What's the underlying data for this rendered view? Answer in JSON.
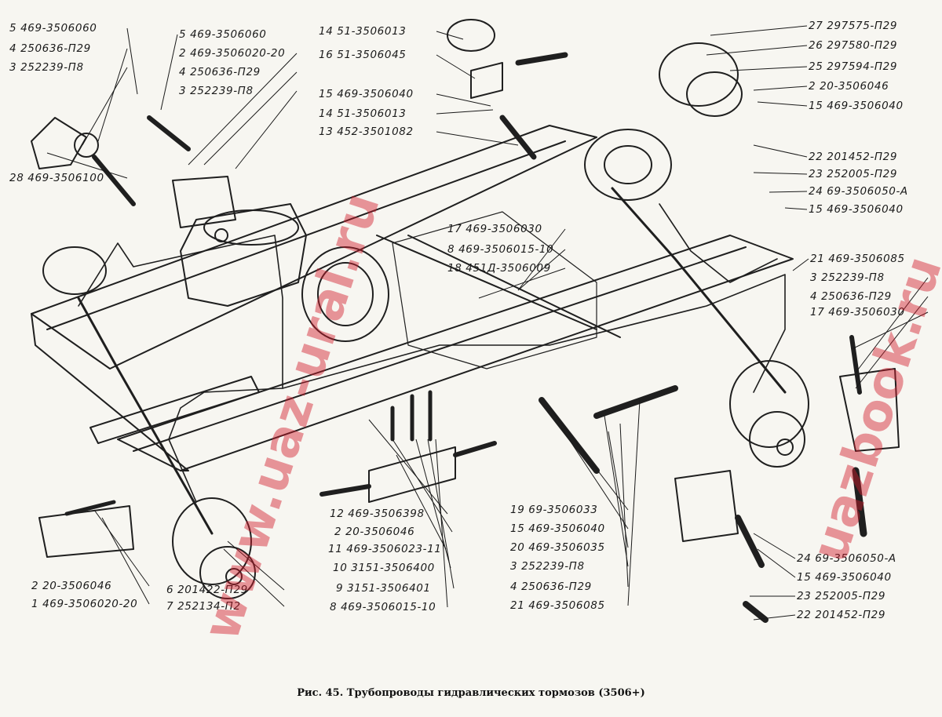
{
  "caption": "Рис. 45. Трубопроводы гидравлических тормозов (3506+)",
  "watermark": [
    "www.uaz-ural.ru",
    "uazbook.ru"
  ],
  "colors": {
    "paper": "#f7f6f1",
    "ink": "#1a1a1a",
    "watermark": "#d11a2a"
  },
  "callouts": {
    "tl": [
      "5 469-3506060",
      "4 250636-П29",
      "3 252239-П8",
      "28 469-3506100"
    ],
    "tl2": [
      "5 469-3506060",
      "2 469-3506020-20",
      "4 250636-П29",
      "3 252239-П8"
    ],
    "tc": [
      "14 51-3506013",
      "16 51-3506045",
      "15 469-3506040",
      "14 51-3506013",
      "13 452-3501082"
    ],
    "tr": [
      "27 297575-П29",
      "26 297580-П29",
      "25 297594-П29",
      "2 20-3506046",
      "15 469-3506040",
      "22 201452-П29",
      "23 252005-П29",
      "24 69-3506050-А",
      "15 469-3506040"
    ],
    "center": [
      "17 469-3506030",
      "8 469-3506015-10",
      "18 451Д-3506009"
    ],
    "r": [
      "21 469-3506085",
      "3 252239-П8",
      "4 250636-П29",
      "17 469-3506030"
    ],
    "bl": [
      "2 20-3506046",
      "1 469-3506020-20"
    ],
    "bc": [
      "12 469-3506398",
      "2 20-3506046",
      "11 469-3506023-11",
      "10 3151-3506400",
      "9 3151-3506401",
      "8 469-3506015-10",
      "6 201422-П29",
      "7 252134-П2"
    ],
    "bc2": [
      "19 69-3506033",
      "15 469-3506040",
      "20 469-3506035",
      "3 252239-П8",
      "4 250636-П29",
      "21 469-3506085"
    ],
    "br": [
      "24 69-3506050-А",
      "15 469-3506040",
      "23 252005-П29",
      "22 201452-П29"
    ]
  }
}
